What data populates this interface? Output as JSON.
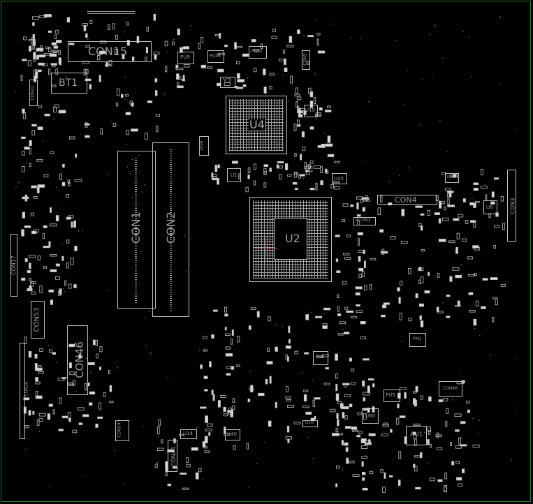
{
  "board": {
    "outline_color": "#2f7a2f",
    "background": "#000000",
    "trace_color": "#bdbdbd",
    "label_color": "#9a9a9a",
    "via_color": "#3a8f3a"
  },
  "labels": {
    "con15": "CON15",
    "bt1": "BT1",
    "con1": "CON1",
    "con2": "CON2",
    "con4": "CON4",
    "con46": "CON46",
    "con53": "CON53",
    "con17": "CON17",
    "con3": "CON3",
    "con5": "CON5",
    "con20": "CON20",
    "con48": "CON48",
    "con54": "CON54",
    "con44": "CON44",
    "con42": "CON42",
    "u4": "U4",
    "u2": "U2",
    "u10": "U10",
    "u54": "U54",
    "u1": "U1",
    "u35": "U35",
    "u8": "U8",
    "u14": "U14",
    "u40": "U40",
    "u16": "U16",
    "u60": "U60",
    "pu5": "PU5",
    "pu9": "PU9",
    "pq46": "PQ46",
    "pq52": "PQ52",
    "pq68": "PQ68",
    "pm1": "PM1",
    "pm3": "PM3",
    "au1": "AU1",
    "y2": "Y2",
    "acon1": "ACON1"
  }
}
